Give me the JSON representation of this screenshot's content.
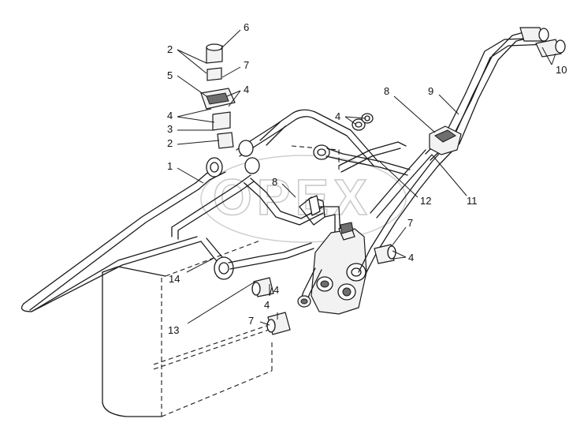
{
  "watermark": "OPEX",
  "callouts": [
    {
      "id": "c6",
      "label": "6"
    },
    {
      "id": "c2a",
      "label": "2"
    },
    {
      "id": "c7a",
      "label": "7"
    },
    {
      "id": "c5",
      "label": "5"
    },
    {
      "id": "c4a",
      "label": "4"
    },
    {
      "id": "c4b",
      "label": "4"
    },
    {
      "id": "c3",
      "label": "3"
    },
    {
      "id": "c2b",
      "label": "2"
    },
    {
      "id": "c1",
      "label": "1"
    },
    {
      "id": "c4c",
      "label": "4"
    },
    {
      "id": "c8a",
      "label": "8"
    },
    {
      "id": "c9",
      "label": "9"
    },
    {
      "id": "c10",
      "label": "10"
    },
    {
      "id": "c8b",
      "label": "8"
    },
    {
      "id": "c12",
      "label": "12"
    },
    {
      "id": "c11",
      "label": "11"
    },
    {
      "id": "c7b",
      "label": "7"
    },
    {
      "id": "c4d",
      "label": "4"
    },
    {
      "id": "c14",
      "label": "14"
    },
    {
      "id": "c13",
      "label": "13"
    },
    {
      "id": "c4e",
      "label": "4"
    },
    {
      "id": "c4f",
      "label": "4"
    },
    {
      "id": "c7c",
      "label": "7"
    }
  ]
}
